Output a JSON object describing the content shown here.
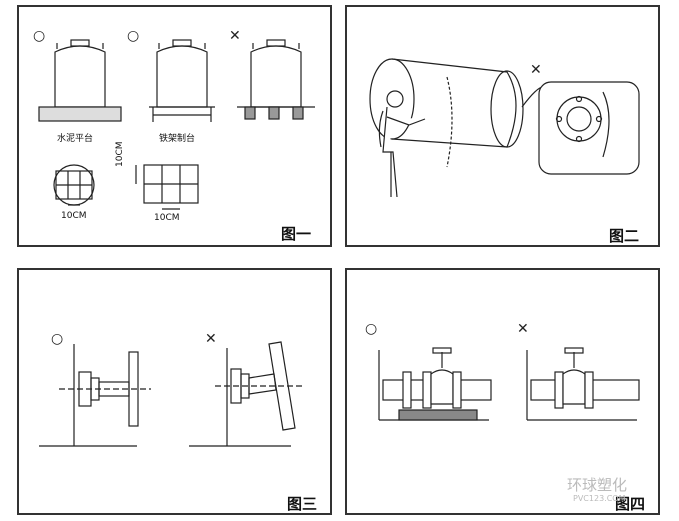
{
  "figures": [
    {
      "caption": "图一"
    },
    {
      "caption": "图二"
    },
    {
      "caption": "图三"
    },
    {
      "caption": "图四"
    }
  ],
  "fig1": {
    "label_concrete": "水泥平台",
    "label_steel": "铁架制台",
    "dim_a": "10CM",
    "dim_b": "10CM",
    "dim_c": "10CM",
    "ok_mark": "○",
    "bad_mark": "✕"
  },
  "fig2": {
    "bad_mark": "✕"
  },
  "fig3": {
    "ok_mark": "○",
    "bad_mark": "✕"
  },
  "fig4": {
    "ok_mark": "○",
    "bad_mark": "✕"
  },
  "watermark": {
    "brand": "环球塑化",
    "site": "PVC123.COM"
  }
}
